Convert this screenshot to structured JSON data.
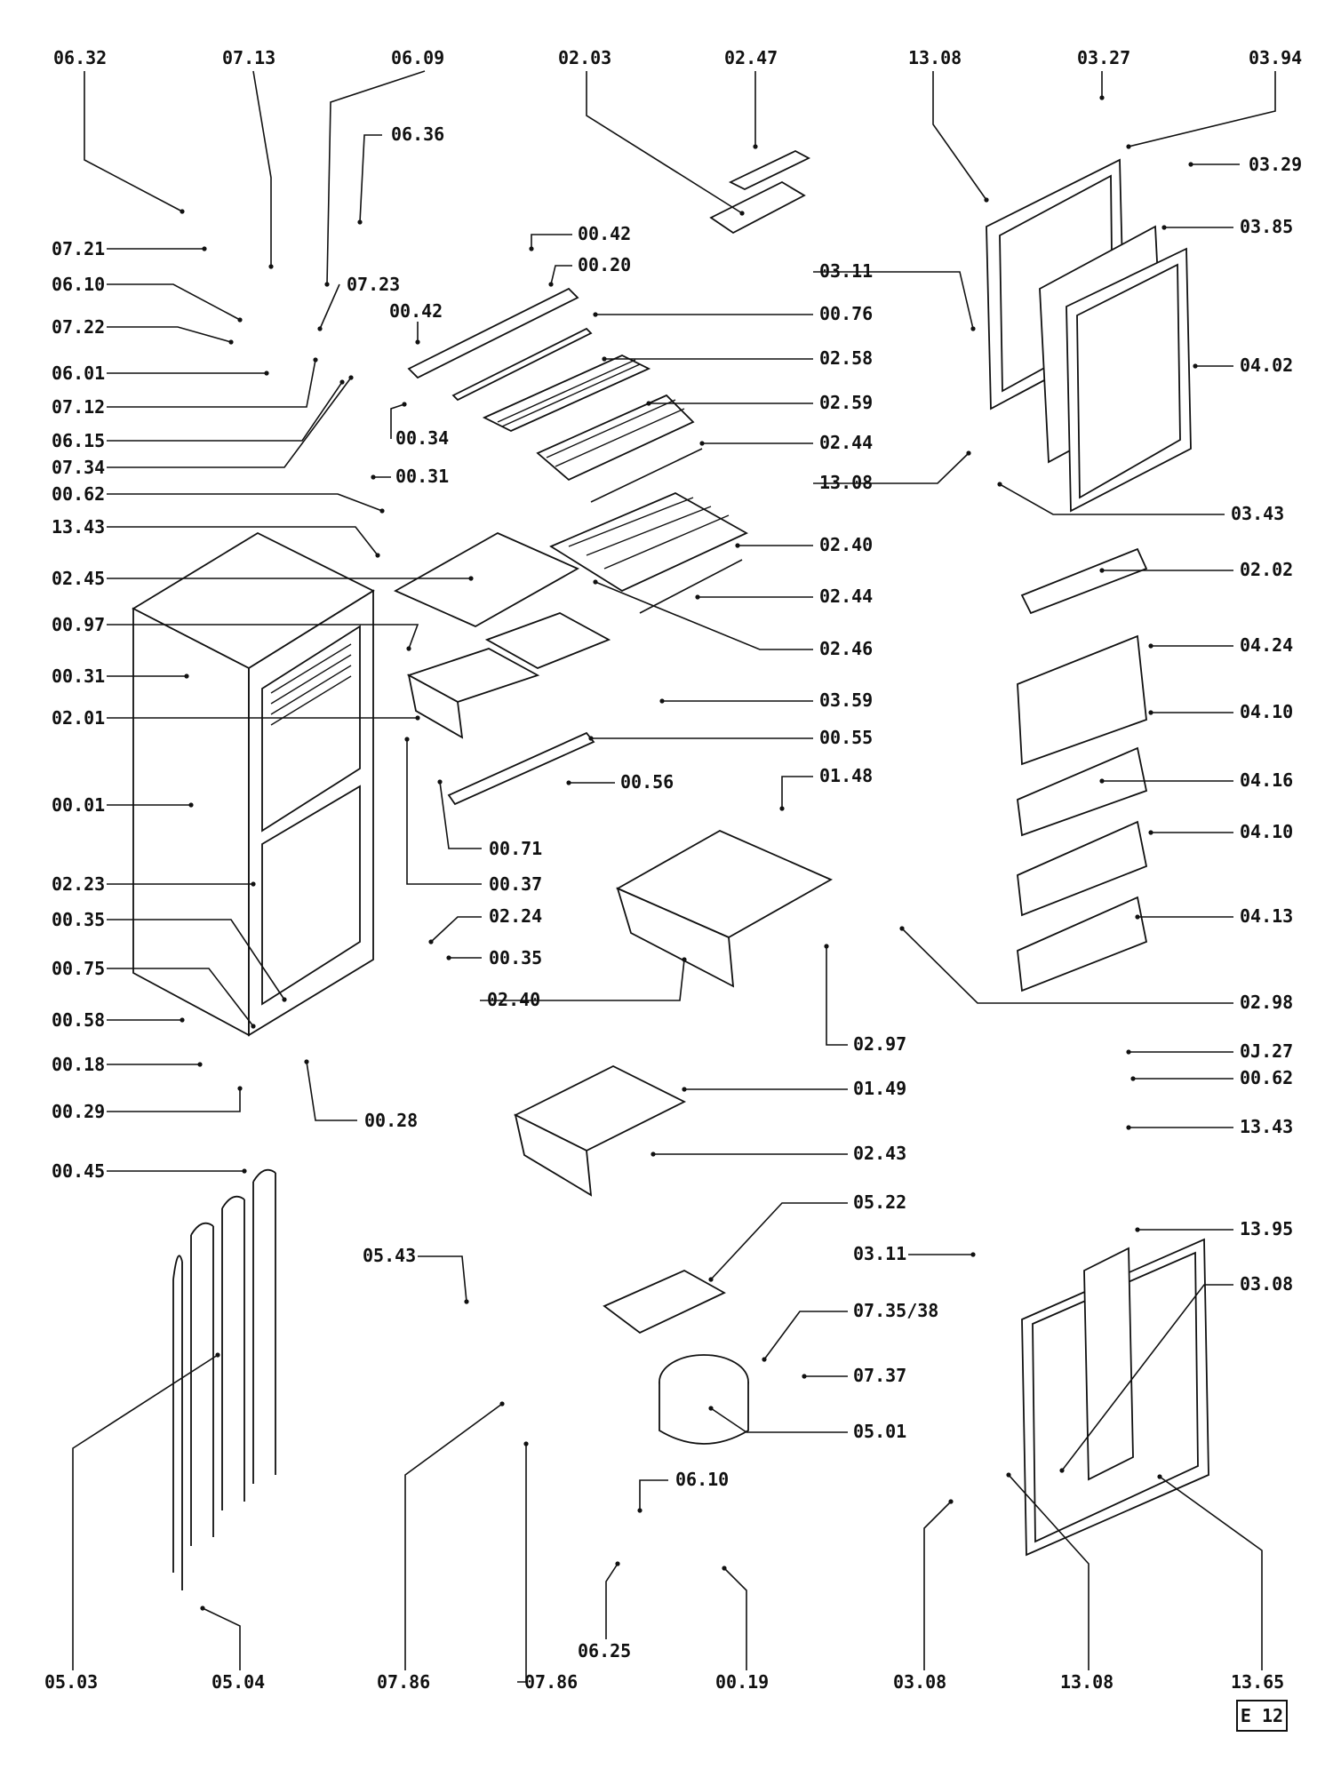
{
  "diagram": {
    "page_code": "E 12",
    "labels": [
      "06.32",
      "07.13",
      "06.09",
      "06.36",
      "02.03",
      "02.47",
      "13.08",
      "03.27",
      "03.94",
      "03.29",
      "07.21",
      "06.10",
      "07.23",
      "00.42",
      "07.22",
      "06.01",
      "07.12",
      "06.15",
      "07.34",
      "00.34",
      "00.31",
      "00.62",
      "13.43",
      "02.45",
      "00.97",
      "00.31",
      "02.01",
      "00.01",
      "02.23",
      "00.35",
      "00.75",
      "00.58",
      "00.18",
      "00.29",
      "00.45",
      "00.42",
      "00.20",
      "00.76",
      "02.58",
      "02.59",
      "02.44",
      "02.40",
      "02.44",
      "02.46",
      "03.59",
      "00.55",
      "00.56",
      "00.71",
      "00.37",
      "02.24",
      "00.35",
      "00.28",
      "01.48",
      "02.40",
      "02.97",
      "01.49",
      "02.43",
      "03.85",
      "03.11",
      "04.02",
      "13.08",
      "03.43",
      "02.02",
      "04.24",
      "04.10",
      "04.16",
      "04.10",
      "04.13",
      "02.98",
      "0J.27",
      "00.62",
      "13.43",
      "05.43",
      "05.22",
      "07.35/38",
      "07.37",
      "05.01",
      "13.95",
      "03.11",
      "03.08",
      "06.10",
      "05.03",
      "05.04",
      "07.86",
      "06.25",
      "07.86",
      "00.19",
      "03.08",
      "13.08",
      "13.65"
    ]
  }
}
